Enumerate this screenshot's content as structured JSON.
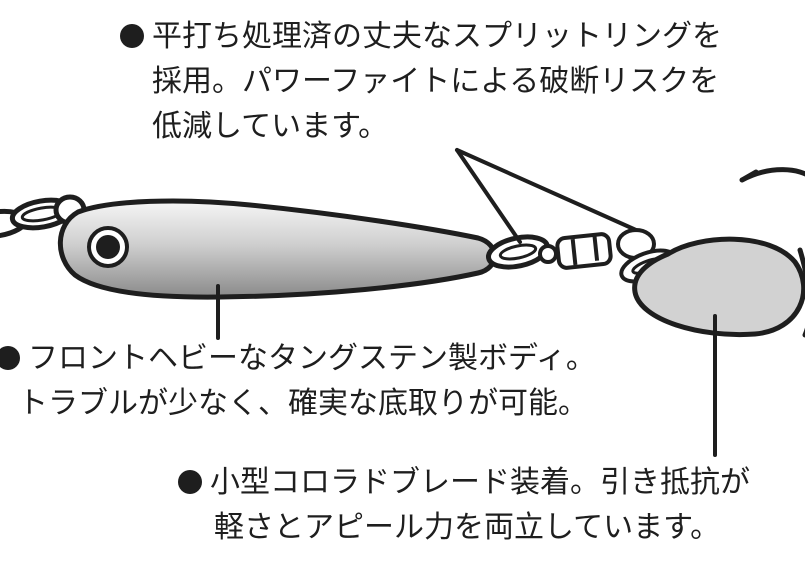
{
  "colors": {
    "ink": "#1e1e1e",
    "body_light": "#f4f4f4",
    "body_dark": "#8a8a8a",
    "blade": "#d2d2d2",
    "background": "#ffffff"
  },
  "icons": [
    "bullet-dot-icon",
    "split-ring-icon",
    "swivel-icon",
    "colorado-blade-icon",
    "treble-hook-icon"
  ],
  "callouts": {
    "split_ring": {
      "line1": "平打ち処理済の丈夫なスプリットリングを",
      "line2": "採用。パワーファイトによる破断リスクを",
      "line3": "低減しています。"
    },
    "body": {
      "line1": "フロントヘビーなタングステン製ボディ。",
      "line2": "トラブルが少なく、確実な底取りが可能。"
    },
    "blade": {
      "line1": "小型コロラドブレード装着。引き抵抗が",
      "line2": "軽さとアピール力を両立しています。"
    }
  }
}
